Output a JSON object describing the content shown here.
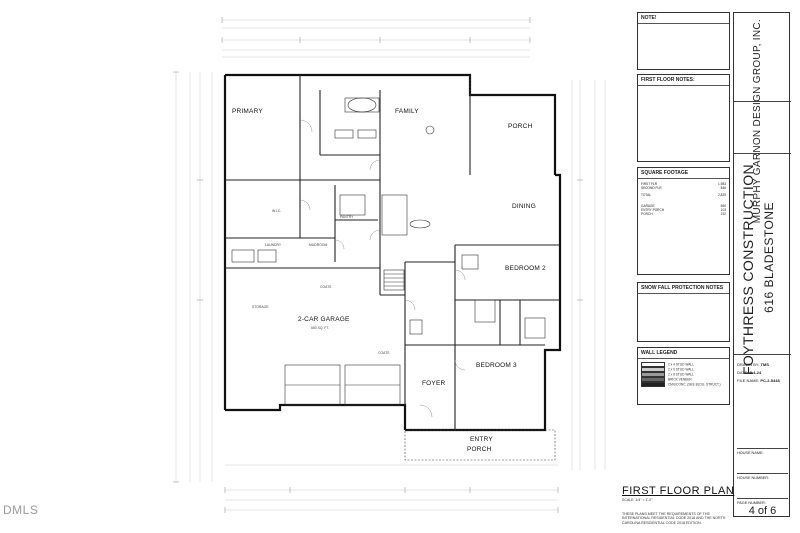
{
  "rooms": {
    "primary": "PRIMARY",
    "family": "FAMILY",
    "porch": "PORCH",
    "dining": "DINING",
    "pantry": "PANTRY",
    "wic": "W.I.C.",
    "laundry": "LAUNDRY",
    "mudroom": "MUDROOM",
    "bedroom2": "BEDROOM 2",
    "bedroom3": "BEDROOM 3",
    "garage": "2-CAR GARAGE",
    "garage_area": "650 SQ. FT.",
    "storage": "STORAGE",
    "coats1": "COATS",
    "coats2": "COATS",
    "foyer": "FOYER",
    "entry_porch_1": "ENTRY",
    "entry_porch_2": "PORCH"
  },
  "drawing": {
    "title": "FIRST FLOOR PLAN",
    "scale": "SCALE: 1/4\" = 1'-0\"",
    "code_note": "THESE PLANS MEET THE REQUIREMENTS OF THE INTERNATIONAL RESIDENTIAL CODE 2018 AND THE NORTH CAROLINA RESIDENTIAL CODE 2018 EDITION."
  },
  "title_block": {
    "notes_title": "NOTE!",
    "first_floor_notes_title": "FIRST FLOOR NOTES:",
    "square_footage_title": "SQUARE FOOTAGE",
    "sqft_rows": [
      {
        "label": "FIRST FLR",
        "value": "1,983"
      },
      {
        "label": "SECOND FLR",
        "value": "846"
      },
      {
        "label": "TOTAL",
        "value": "2,829"
      },
      {
        "label": "GARAGE",
        "value": "650"
      },
      {
        "label": "ENTRY PORCH",
        "value": "103"
      },
      {
        "label": "PORCH",
        "value": "192"
      }
    ],
    "snow_fall_title": "SNOW FALL PROTECTION NOTES",
    "wall_legend_title": "WALL LEGEND",
    "wall_legend_items": [
      "2 x 4 STUD WALL",
      "2 x 6 STUD WALL",
      "2 x 8 STUD WALL",
      "BRICK VENEER",
      "CMU/CONC. (SEE BLDG. STRUCT.)"
    ],
    "firm_name": "MURPHY GARNON DESIGN GROUP, INC.",
    "builder": "FOYTHRESS CONSTRUCTION",
    "address": "616 BLADESTONE",
    "drawn_by_label": "DRAWN BY:",
    "drawn_by": "TMS",
    "date_label": "DATE:",
    "date": "8-4-24",
    "file_label": "FILE NAME:",
    "file": "PC-2-5448",
    "house_name_label": "HOUSE NAME:",
    "house_number_label": "HOUSE NUMBER:",
    "page_number_label": "PAGE NUMBER:",
    "page": "4 of 6"
  },
  "watermark": "DMLS"
}
